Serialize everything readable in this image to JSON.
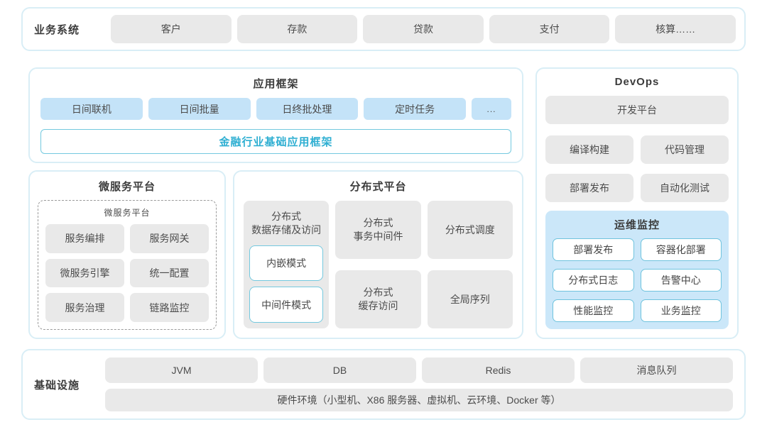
{
  "palette": {
    "section_border": "#d9eef6",
    "gray_chip": "#e9e9e9",
    "blue_chip": "#c4e3f8",
    "cyan_border": "#74c9df",
    "cyan_text": "#2fafd2",
    "ops_panel_bg": "#cbe7f9",
    "text_dark": "#3c3c3c"
  },
  "business": {
    "label": "业务系统",
    "items": [
      "客户",
      "存款",
      "贷款",
      "支付",
      "核算……"
    ]
  },
  "app_framework": {
    "title": "应用框架",
    "items": [
      "日间联机",
      "日间批量",
      "日终批处理",
      "定时任务"
    ],
    "more": "...",
    "base": "金融行业基础应用框架"
  },
  "microservice": {
    "title": "微服务平台",
    "inner_title": "微服务平台",
    "items": [
      "服务编排",
      "服务网关",
      "微服务引擎",
      "统一配置",
      "服务治理",
      "链路监控"
    ]
  },
  "distributed": {
    "title": "分布式平台",
    "storage": {
      "title": "分布式\n数据存储及访问",
      "modes": [
        "内嵌模式",
        "中间件模式"
      ]
    },
    "col2": [
      "分布式\n事务中间件",
      "分布式\n缓存访问"
    ],
    "col3": [
      "分布式调度",
      "全局序列"
    ]
  },
  "devops": {
    "title": "DevOps",
    "dev_platform": "开发平台",
    "items": [
      "编译构建",
      "代码管理",
      "部署发布",
      "自动化测试"
    ],
    "ops": {
      "title": "运维监控",
      "items": [
        "部署发布",
        "容器化部署",
        "分布式日志",
        "告警中心",
        "性能监控",
        "业务监控"
      ]
    }
  },
  "infrastructure": {
    "label": "基础设施",
    "items": [
      "JVM",
      "DB",
      "Redis",
      "消息队列"
    ],
    "hardware": "硬件环境（小型机、X86 服务器、虚拟机、云环境、Docker 等）"
  }
}
